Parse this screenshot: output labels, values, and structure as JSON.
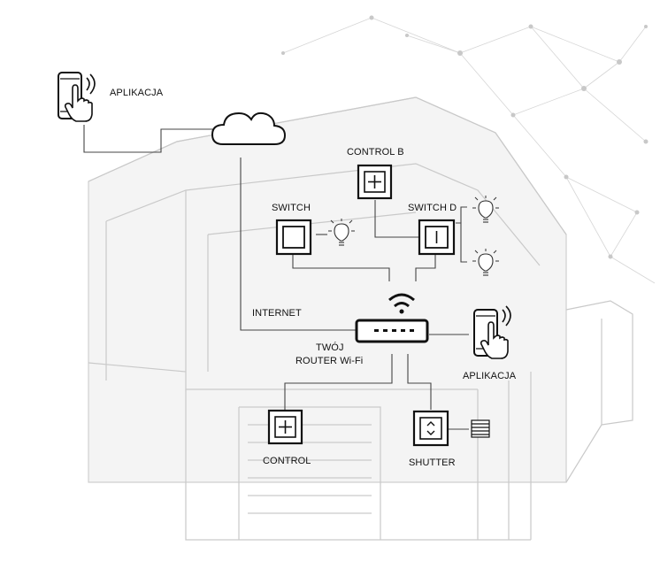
{
  "labels": {
    "app_top": "APLIKACJA",
    "control_b": "CONTROL B",
    "switch": "SWITCH",
    "switch_d": "SWITCH D",
    "internet": "INTERNET",
    "router_line1": "TWÓJ",
    "router_line2": "ROUTER Wi-Fi",
    "app_right": "APLIKACJA",
    "control": "CONTROL",
    "shutter": "SHUTTER"
  },
  "icons": {
    "phone": "hand-tap-phone-icon",
    "cloud": "cloud-icon",
    "router": "wifi-router-icon",
    "bulb": "light-bulb-icon",
    "plus": "plus-switch-icon",
    "toggle": "toggle-switch-icon",
    "shutter": "shutter-switch-icon",
    "blinds": "blinds-icon"
  },
  "colors": {
    "line": "#444444",
    "device": "#111111",
    "house": "#c9c9c9"
  }
}
